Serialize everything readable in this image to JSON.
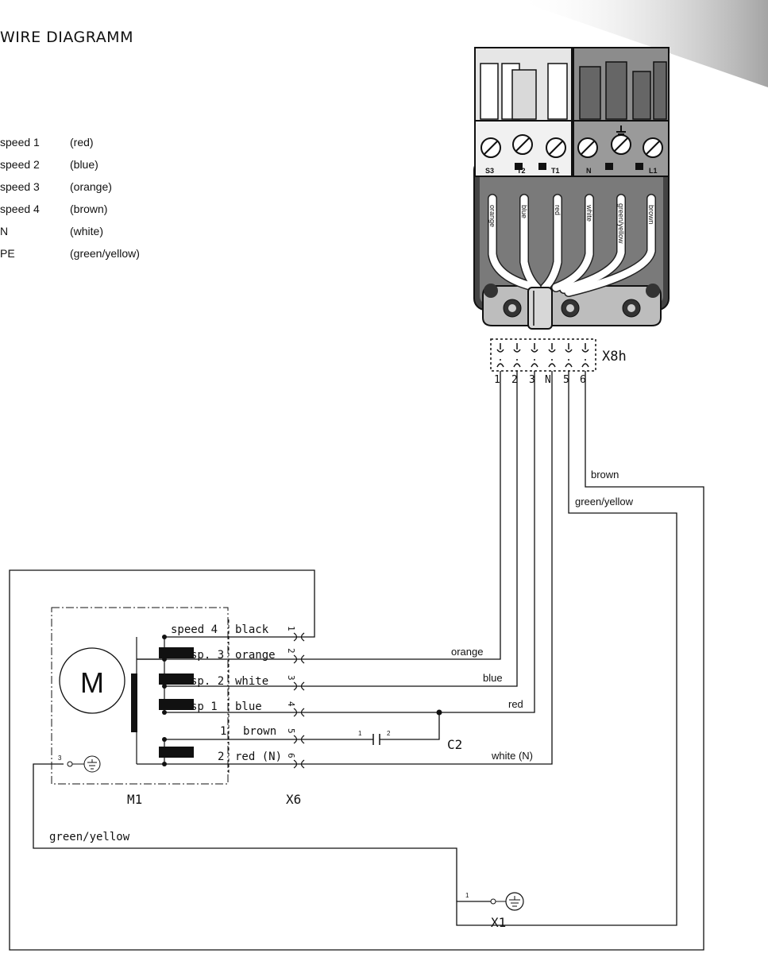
{
  "title": "WIRE DIAGRAMM",
  "legend": [
    {
      "key": "speed 1",
      "color": "(red)"
    },
    {
      "key": "speed 2",
      "color": "(blue)"
    },
    {
      "key": "speed 3",
      "color": "(orange)"
    },
    {
      "key": "speed 4",
      "color": "(brown)"
    },
    {
      "key": "N",
      "color": "(white)"
    },
    {
      "key": "PE",
      "color": "(green/yellow)"
    }
  ],
  "terminal_block": {
    "screw_labels": [
      "S3",
      "T2",
      "T1",
      "N",
      "L1"
    ],
    "wire_labels": [
      "orange",
      "blue",
      "red",
      "white",
      "green/yellow",
      "brown"
    ]
  },
  "x8h": {
    "label": "X8h",
    "pins": [
      "1",
      "2",
      "3",
      "N",
      "5",
      "6"
    ]
  },
  "harness_labels": {
    "brown": "brown",
    "green_yellow_top": "green/yellow",
    "orange": "orange",
    "blue": "blue",
    "red": "red",
    "white_n": "white (N)",
    "green_yellow_bottom": "green/yellow"
  },
  "motor": {
    "symbol": "M",
    "label": "M1",
    "ground_pin": "3",
    "rows": [
      {
        "speed": "speed 4",
        "wire": "black",
        "pin": "1"
      },
      {
        "speed": "sp. 3",
        "wire": "orange",
        "pin": "2"
      },
      {
        "speed": "sp. 2",
        "wire": "white",
        "pin": "3"
      },
      {
        "speed": "sp 1",
        "wire": "blue",
        "pin": "4"
      },
      {
        "speed": "1",
        "wire": "brown",
        "pin": "5"
      },
      {
        "speed": "2",
        "wire": "red (N)",
        "pin": "6"
      }
    ]
  },
  "x6": {
    "label": "X6"
  },
  "capacitor": {
    "label": "C2",
    "pin_left": "1",
    "pin_right": "2"
  },
  "x1": {
    "label": "X1",
    "pin": "1"
  }
}
